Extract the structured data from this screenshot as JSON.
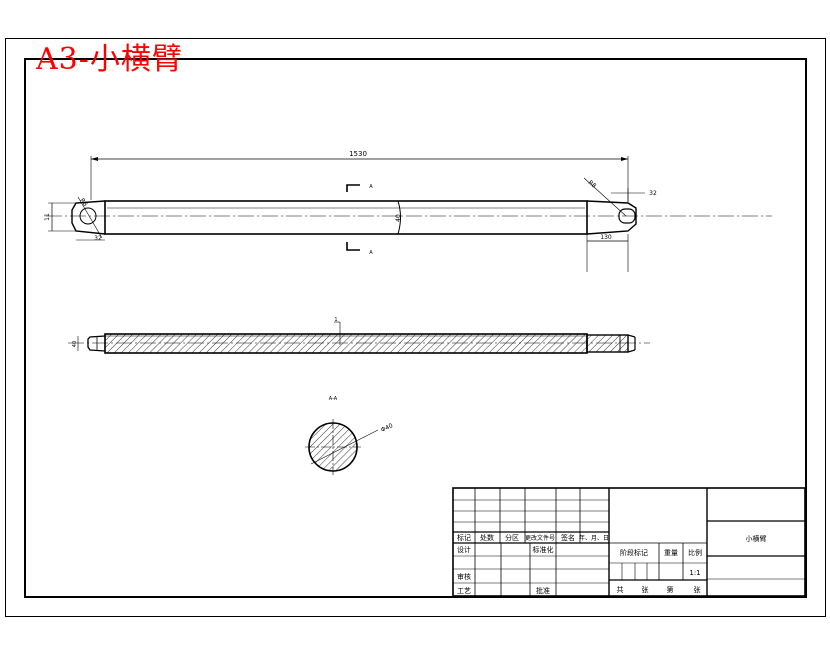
{
  "header": {
    "title": "A3-小横臂",
    "title_color": "#ff0000"
  },
  "dimensions": {
    "overall_length": "1530",
    "left_end_height": "11",
    "left_end_len": "32",
    "left_chamfer": "R8",
    "shaft_dia": "40",
    "right_hole_dia": "R8",
    "right_hole_offset": "32",
    "right_end_len": "130",
    "section_mark": "A",
    "lower_dim": "40",
    "lower_callout": "1",
    "section_title": "A-A",
    "section_dia": "Φ40"
  },
  "title_block": {
    "rev_headers": [
      "标记",
      "处数",
      "分区",
      "更改文件号",
      "签名",
      "年、月、日"
    ],
    "row_design": "设计",
    "row_standard": "标准化",
    "row_review": "审核",
    "row_process": "工艺",
    "row_approve": "批准",
    "stage_mark": "阶段标记",
    "weight": "重量",
    "scale": "比例",
    "scale_value": "1:1",
    "total": "共",
    "sheet_unit": "张",
    "sheet_no": "第",
    "sheet_unit2": "张",
    "drawing_name": "小横臂"
  }
}
